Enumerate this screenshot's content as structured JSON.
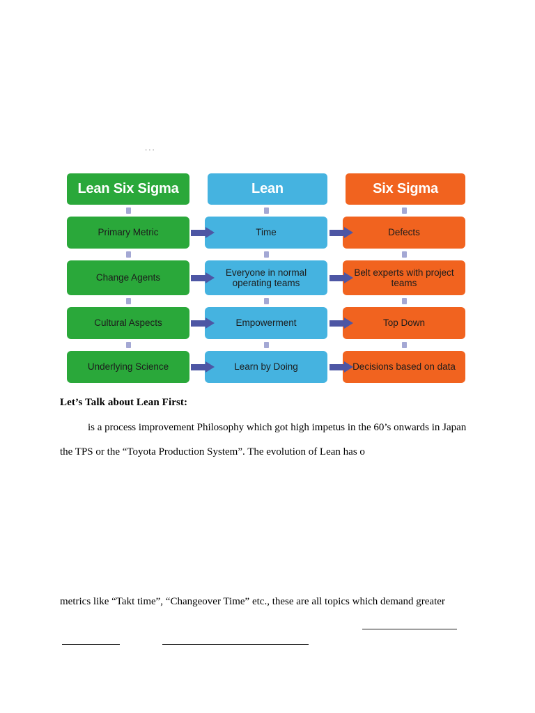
{
  "page": {
    "ellipsis": "..."
  },
  "diagram": {
    "name": "lean-six-sigma-comparison",
    "columns": [
      {
        "key": "lean_six_sigma",
        "header": "Lean Six Sigma",
        "color": "#2aa83a"
      },
      {
        "key": "lean",
        "header": "Lean",
        "color": "#45b3e0"
      },
      {
        "key": "six_sigma",
        "header": "Six Sigma",
        "color": "#f1631f"
      }
    ],
    "rows": [
      {
        "key": "primary_metric",
        "lean_six_sigma": "Primary Metric",
        "lean": "Time",
        "six_sigma": "Defects"
      },
      {
        "key": "change_agents",
        "lean_six_sigma": "Change Agents",
        "lean": "Everyone in normal operating teams",
        "six_sigma": "Belt experts with project teams"
      },
      {
        "key": "cultural_aspects",
        "lean_six_sigma": "Cultural Aspects",
        "lean": "Empowerment",
        "six_sigma": "Top Down"
      },
      {
        "key": "underlying_science",
        "lean_six_sigma": "Underlying Science",
        "lean": "Learn by Doing",
        "six_sigma": "Decisions based on data"
      }
    ],
    "arrow_color": "#4d56a4",
    "connector_color": "#a4a8d4"
  },
  "body": {
    "heading": "Let’s Talk about Lean First:",
    "paragraph_line_1": "is a process improvement Philosophy which got high impetus in the 60’s onwards in Japan",
    "paragraph_line_2": "the TPS or the “Toyota Production System”. The evolution of Lean has o",
    "paragraph_line_3": "metrics like “Takt time”, “Changeover Time” etc., these are all topics which demand greater"
  }
}
